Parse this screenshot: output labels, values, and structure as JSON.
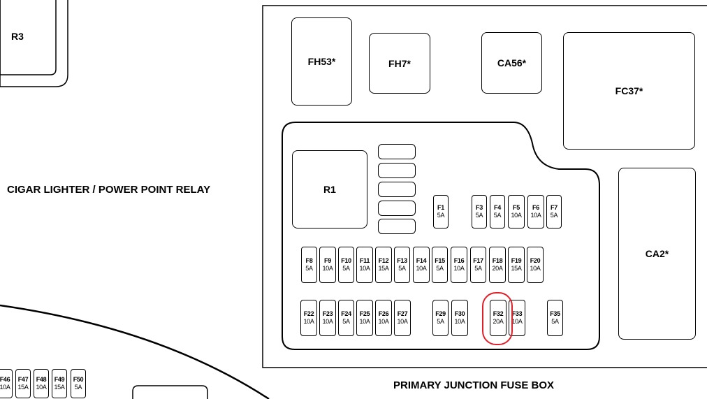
{
  "labels": {
    "cigar_relay": "CIGAR LIGHTER / POWER POINT RELAY",
    "primary_box": "PRIMARY JUNCTION FUSE BOX"
  },
  "relays": {
    "r3": "R3",
    "r1": "R1",
    "fh53": "FH53*",
    "fh7": "FH7*",
    "ca56": "CA56*",
    "fc37": "FC37*",
    "ca2": "CA2*"
  },
  "fuses_top": [
    {
      "id": "F1",
      "amp": "5A"
    },
    {
      "id": "F3",
      "amp": "5A"
    },
    {
      "id": "F4",
      "amp": "5A"
    },
    {
      "id": "F5",
      "amp": "10A"
    },
    {
      "id": "F6",
      "amp": "10A"
    },
    {
      "id": "F7",
      "amp": "5A"
    }
  ],
  "fuses_mid": [
    {
      "id": "F8",
      "amp": "5A"
    },
    {
      "id": "F9",
      "amp": "10A"
    },
    {
      "id": "F10",
      "amp": "5A"
    },
    {
      "id": "F11",
      "amp": "10A"
    },
    {
      "id": "F12",
      "amp": "15A"
    },
    {
      "id": "F13",
      "amp": "5A"
    },
    {
      "id": "F14",
      "amp": "10A"
    },
    {
      "id": "F15",
      "amp": "5A"
    },
    {
      "id": "F16",
      "amp": "10A"
    },
    {
      "id": "F17",
      "amp": "5A"
    },
    {
      "id": "F18",
      "amp": "20A"
    },
    {
      "id": "F19",
      "amp": "15A"
    },
    {
      "id": "F20",
      "amp": "10A"
    }
  ],
  "fuses_bot": [
    {
      "id": "F22",
      "amp": "10A"
    },
    {
      "id": "F23",
      "amp": "10A"
    },
    {
      "id": "F24",
      "amp": "5A"
    },
    {
      "id": "F25",
      "amp": "10A"
    },
    {
      "id": "F26",
      "amp": "10A"
    },
    {
      "id": "F27",
      "amp": "10A"
    },
    {
      "id": "F29",
      "amp": "5A"
    },
    {
      "id": "F30",
      "amp": "10A"
    },
    {
      "id": "F32",
      "amp": "20A"
    },
    {
      "id": "F33",
      "amp": "10A"
    },
    {
      "id": "F35",
      "amp": "5A"
    }
  ],
  "fuses_left": [
    {
      "id": "F46",
      "amp": "10A"
    },
    {
      "id": "F47",
      "amp": "15A"
    },
    {
      "id": "F48",
      "amp": "10A"
    },
    {
      "id": "F49",
      "amp": "15A"
    },
    {
      "id": "F50",
      "amp": "5A"
    }
  ],
  "highlight_color": "#e0202a"
}
